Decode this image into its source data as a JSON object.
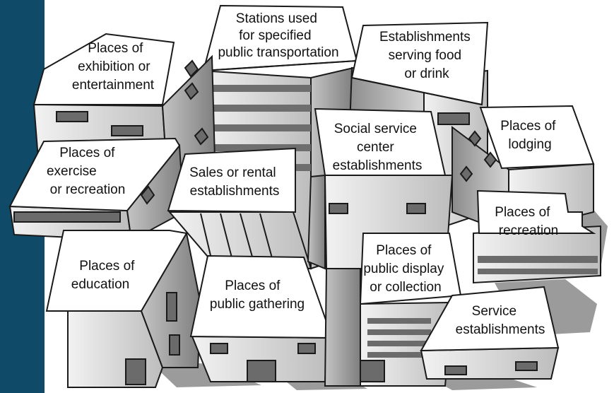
{
  "colors": {
    "sidebar": "#0f4a68",
    "facade_light": "#e2e2e2",
    "facade_mid": "#bdbdbd",
    "facade_dark": "#8f8f8f",
    "roof": "#ffffff",
    "window": "#6b6b6b",
    "shadow": "#9a9a9a",
    "outline": "#1a1a1a"
  },
  "labels": {
    "exhibition": [
      "Places of",
      "exhibition or",
      "entertainment"
    ],
    "stations": [
      "Stations used",
      "for specified",
      "public transportation"
    ],
    "food": [
      "Establishments",
      "serving food",
      "or drink"
    ],
    "exercise": [
      "Places of",
      "exercise",
      "or recreation"
    ],
    "sales": [
      "Sales or rental",
      "establishments"
    ],
    "social": [
      "Social service",
      "center",
      "establishments"
    ],
    "lodging": [
      "Places of",
      "lodging"
    ],
    "recreation": [
      "Places of",
      "recreation"
    ],
    "education": [
      "Places of",
      "education"
    ],
    "gathering": [
      "Places of",
      "public gathering"
    ],
    "display": [
      "Places of",
      "public display",
      "or collection"
    ],
    "service": [
      "Service",
      "establishments"
    ]
  }
}
